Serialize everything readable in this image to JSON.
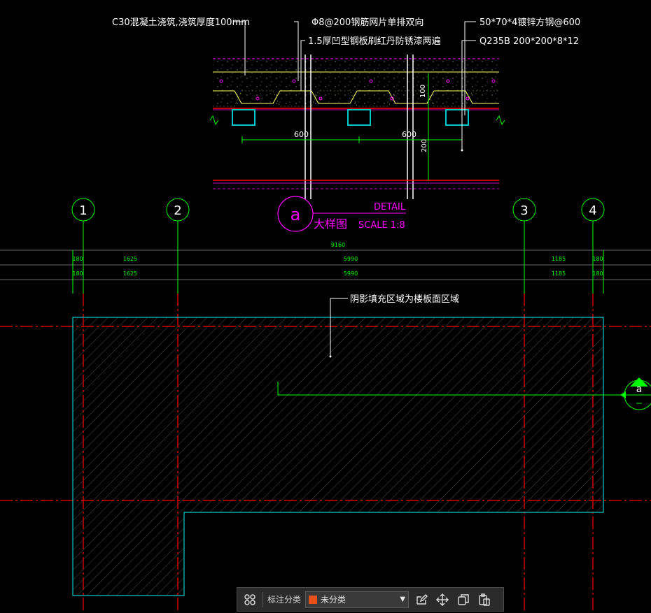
{
  "colors": {
    "background": "#000000",
    "dimension_green": "#00ff00",
    "axis_red": "#ff0000",
    "outline_cyan": "#00c8c8",
    "detail_magenta": "#ff00ff",
    "text_white": "#ffffff",
    "category_swatch": "#e8501a"
  },
  "detail": {
    "notes": {
      "concrete": "C30混凝土浇筑,浇筑厚度100mm",
      "rebar": "Φ8@200钢筋网片单排双向",
      "deck": "1.5厚凹型钢板刷红丹防锈漆两遍",
      "tube": "50*70*4镀锌方钢@600",
      "beam": "Q235B 200*200*8*12"
    },
    "dims": {
      "spacing_left": "600",
      "spacing_right": "600",
      "slab_thk": "100",
      "beam_depth": "200"
    },
    "tag": {
      "letter": "a",
      "title": "DETAIL",
      "subtitle": "大样图",
      "scale": "SCALE 1:8"
    }
  },
  "grid_axes": [
    "1",
    "2",
    "3",
    "4"
  ],
  "dimensions": {
    "overall": "9160",
    "row1": [
      "180",
      "1625",
      "5990",
      "1185",
      "180"
    ],
    "row2": [
      "180",
      "1625",
      "5990",
      "1185",
      "180"
    ]
  },
  "plan": {
    "hatch_note": "阴影填充区域为楼板面区域",
    "section_mark": "a"
  },
  "toolbar": {
    "category_label": "标注分类",
    "category_value": "未分类",
    "icons": [
      "grid-icon",
      "edit-icon",
      "move-icon",
      "copy-icon",
      "paste-icon"
    ]
  }
}
